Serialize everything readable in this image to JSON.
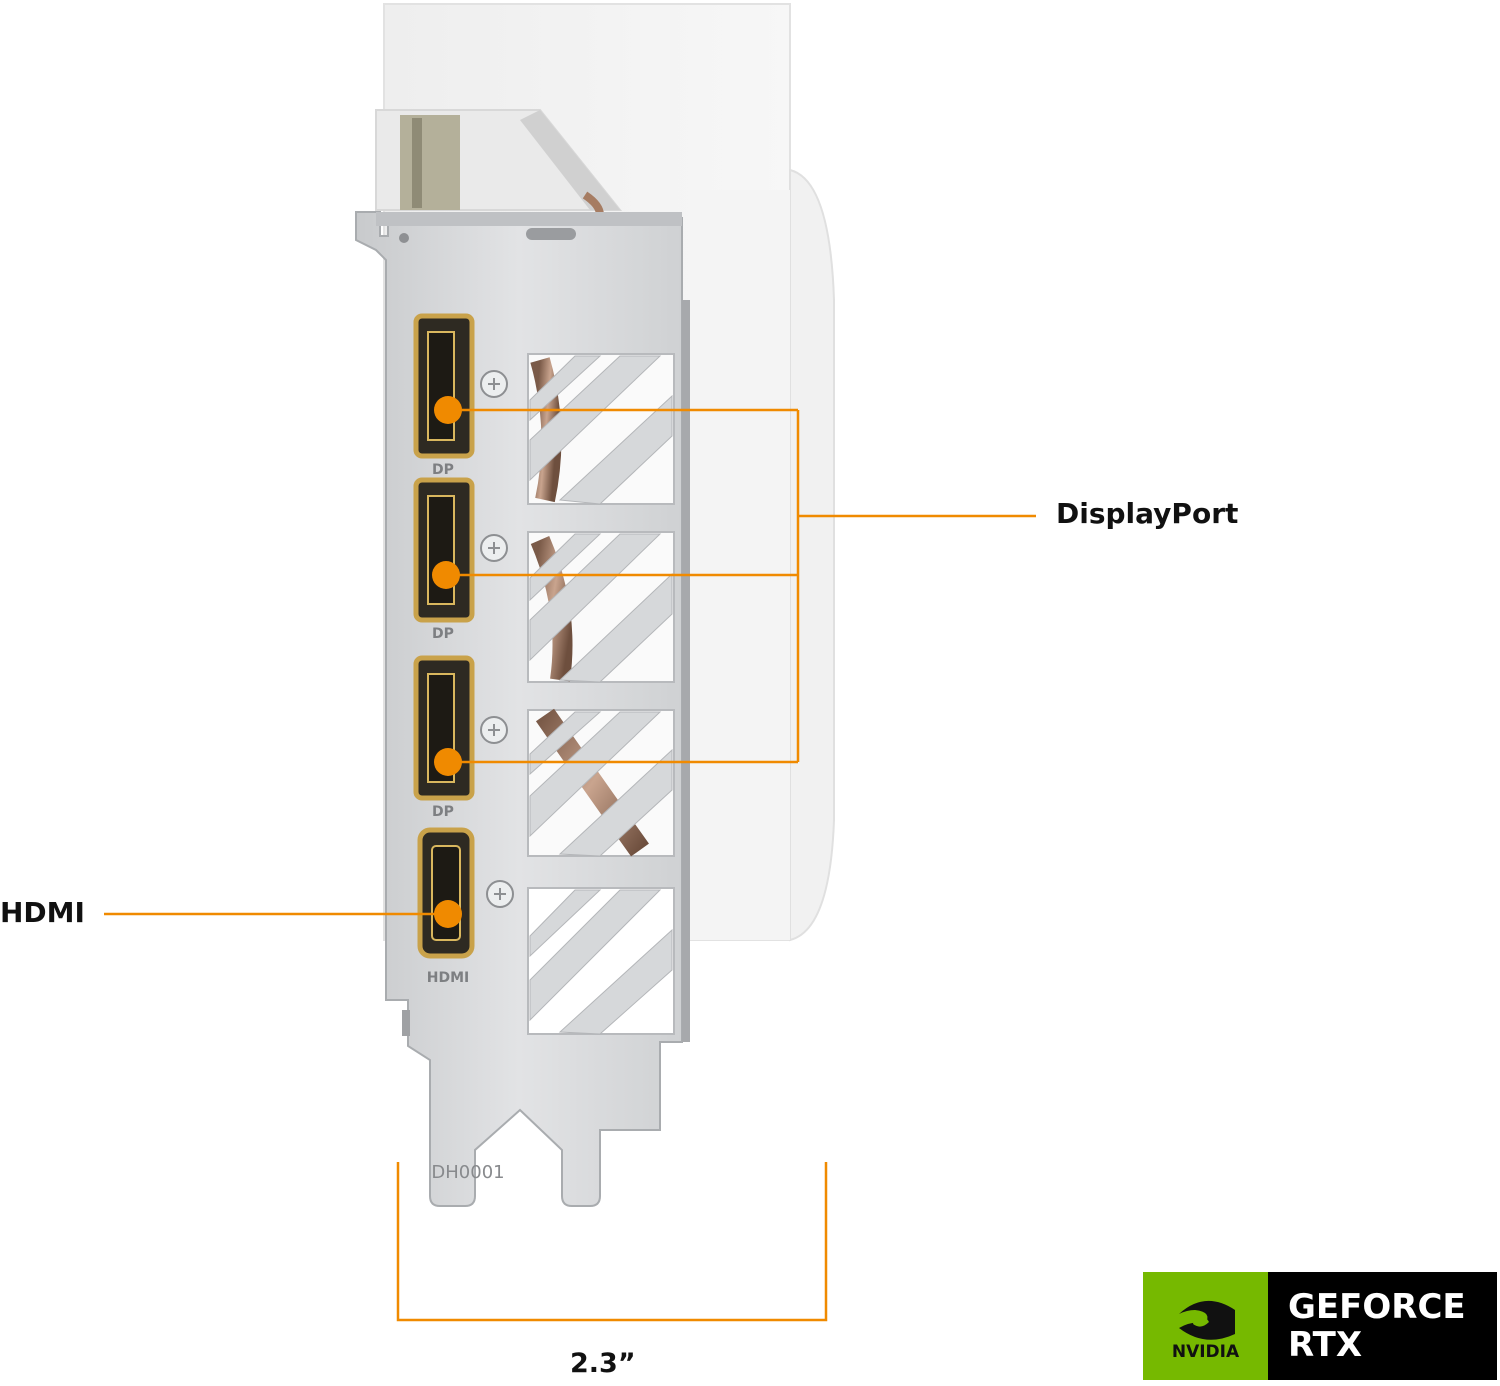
{
  "callouts": {
    "displayport": "DisplayPort",
    "hdmi": "HDMI",
    "width": "2.3”"
  },
  "bracket": {
    "port_labels": [
      "DP",
      "DP",
      "DP",
      "HDMI"
    ],
    "code": "DH0001"
  },
  "badge": {
    "brand": "NVIDIA",
    "line1": "GEFORCE",
    "line2": "RTX"
  },
  "colors": {
    "accent": "#f08a00",
    "nvidia_green": "#76b900",
    "bracket_silver": "#d4d6d8",
    "port_gold": "#c9a24a"
  },
  "icons": [
    "nvidia-eye-icon",
    "screw-icon"
  ]
}
